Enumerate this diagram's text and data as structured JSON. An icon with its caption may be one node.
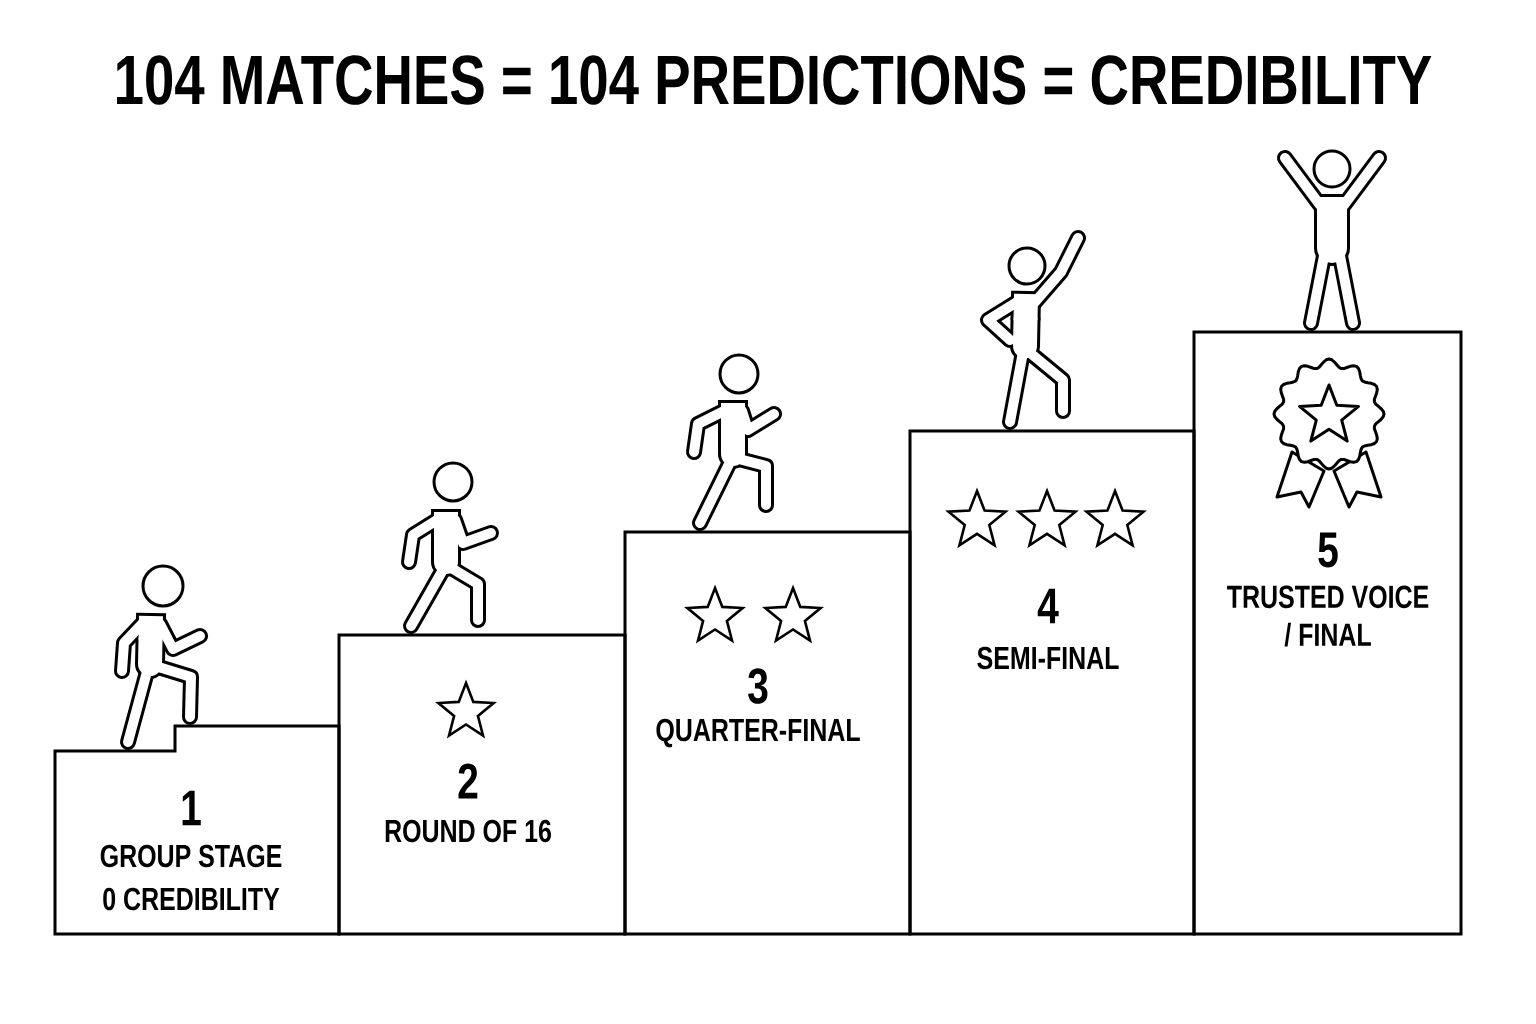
{
  "diagram": {
    "title": "104 MATCHES = 104 PREDICTIONS = CREDIBILITY",
    "nodes": [
      {
        "text": [
          "1",
          "GROUP STAGE",
          "0 CREDIBILITY"
        ]
      },
      {
        "text": [
          "2",
          "ROUND OF 16"
        ]
      },
      {
        "text": [
          "3",
          "QUARTER-FINAL"
        ]
      },
      {
        "text": [
          "4",
          "SEMI-FINAL"
        ]
      },
      {
        "text": [
          "5",
          "TRUSTED VOICE / FINAL"
        ]
      }
    ]
  }
}
